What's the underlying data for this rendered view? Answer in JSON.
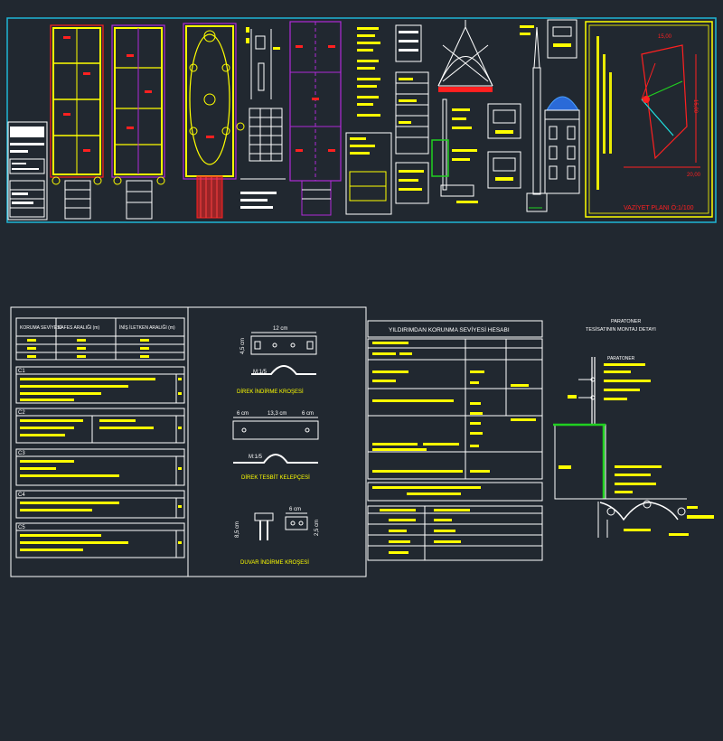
{
  "colors": {
    "background": "#212830",
    "frame": "#1fb6d6",
    "line": "#ffffff",
    "highlight": "#ffff00",
    "plan_magenta": "#b02ad8",
    "red": "#ff2020",
    "green": "#20d020",
    "cyan": "#20e0e0"
  },
  "top_sheet": {
    "site_plan_label": "VAZİYET PLANI Ö:1/100",
    "dim_top": "15,00",
    "dim_side": "20,00",
    "dim_left": "15,00"
  },
  "table_sheet": {
    "headers": [
      "KORUMA SEVİYESİ",
      "KAFES ARALIĞI (m)",
      "İNİŞ İLETKEN ARALIĞI (m)"
    ],
    "sections": [
      "C1",
      "C2",
      "C3",
      "C4",
      "C5"
    ]
  },
  "details_sheet": {
    "top_dim": "12 cm",
    "side_dim": "4,5 cm",
    "scale1": "M:1/5",
    "label1": "DİREK İNDİRME KROŞESİ",
    "dim_left": "6 cm",
    "dim_mid": "13,3 cm",
    "dim_right": "6 cm",
    "scale2": "M:1/5",
    "label2": "DİREK TESBİT KELEPÇESİ",
    "dim_small": "6 cm",
    "dim_v1": "8,5 cm",
    "dim_v2": "2,5 cm",
    "label3": "DUVAR İNDİRME KROŞESİ"
  },
  "calc_sheet": {
    "title": "YILDIRIMDAN KORUNMA SEVİYESİ HESABI"
  },
  "parafudr": {
    "title": "PARATONER",
    "subtitle": "TESİSATININ MONTAJ DETAYI",
    "item1": "PARATONER"
  }
}
